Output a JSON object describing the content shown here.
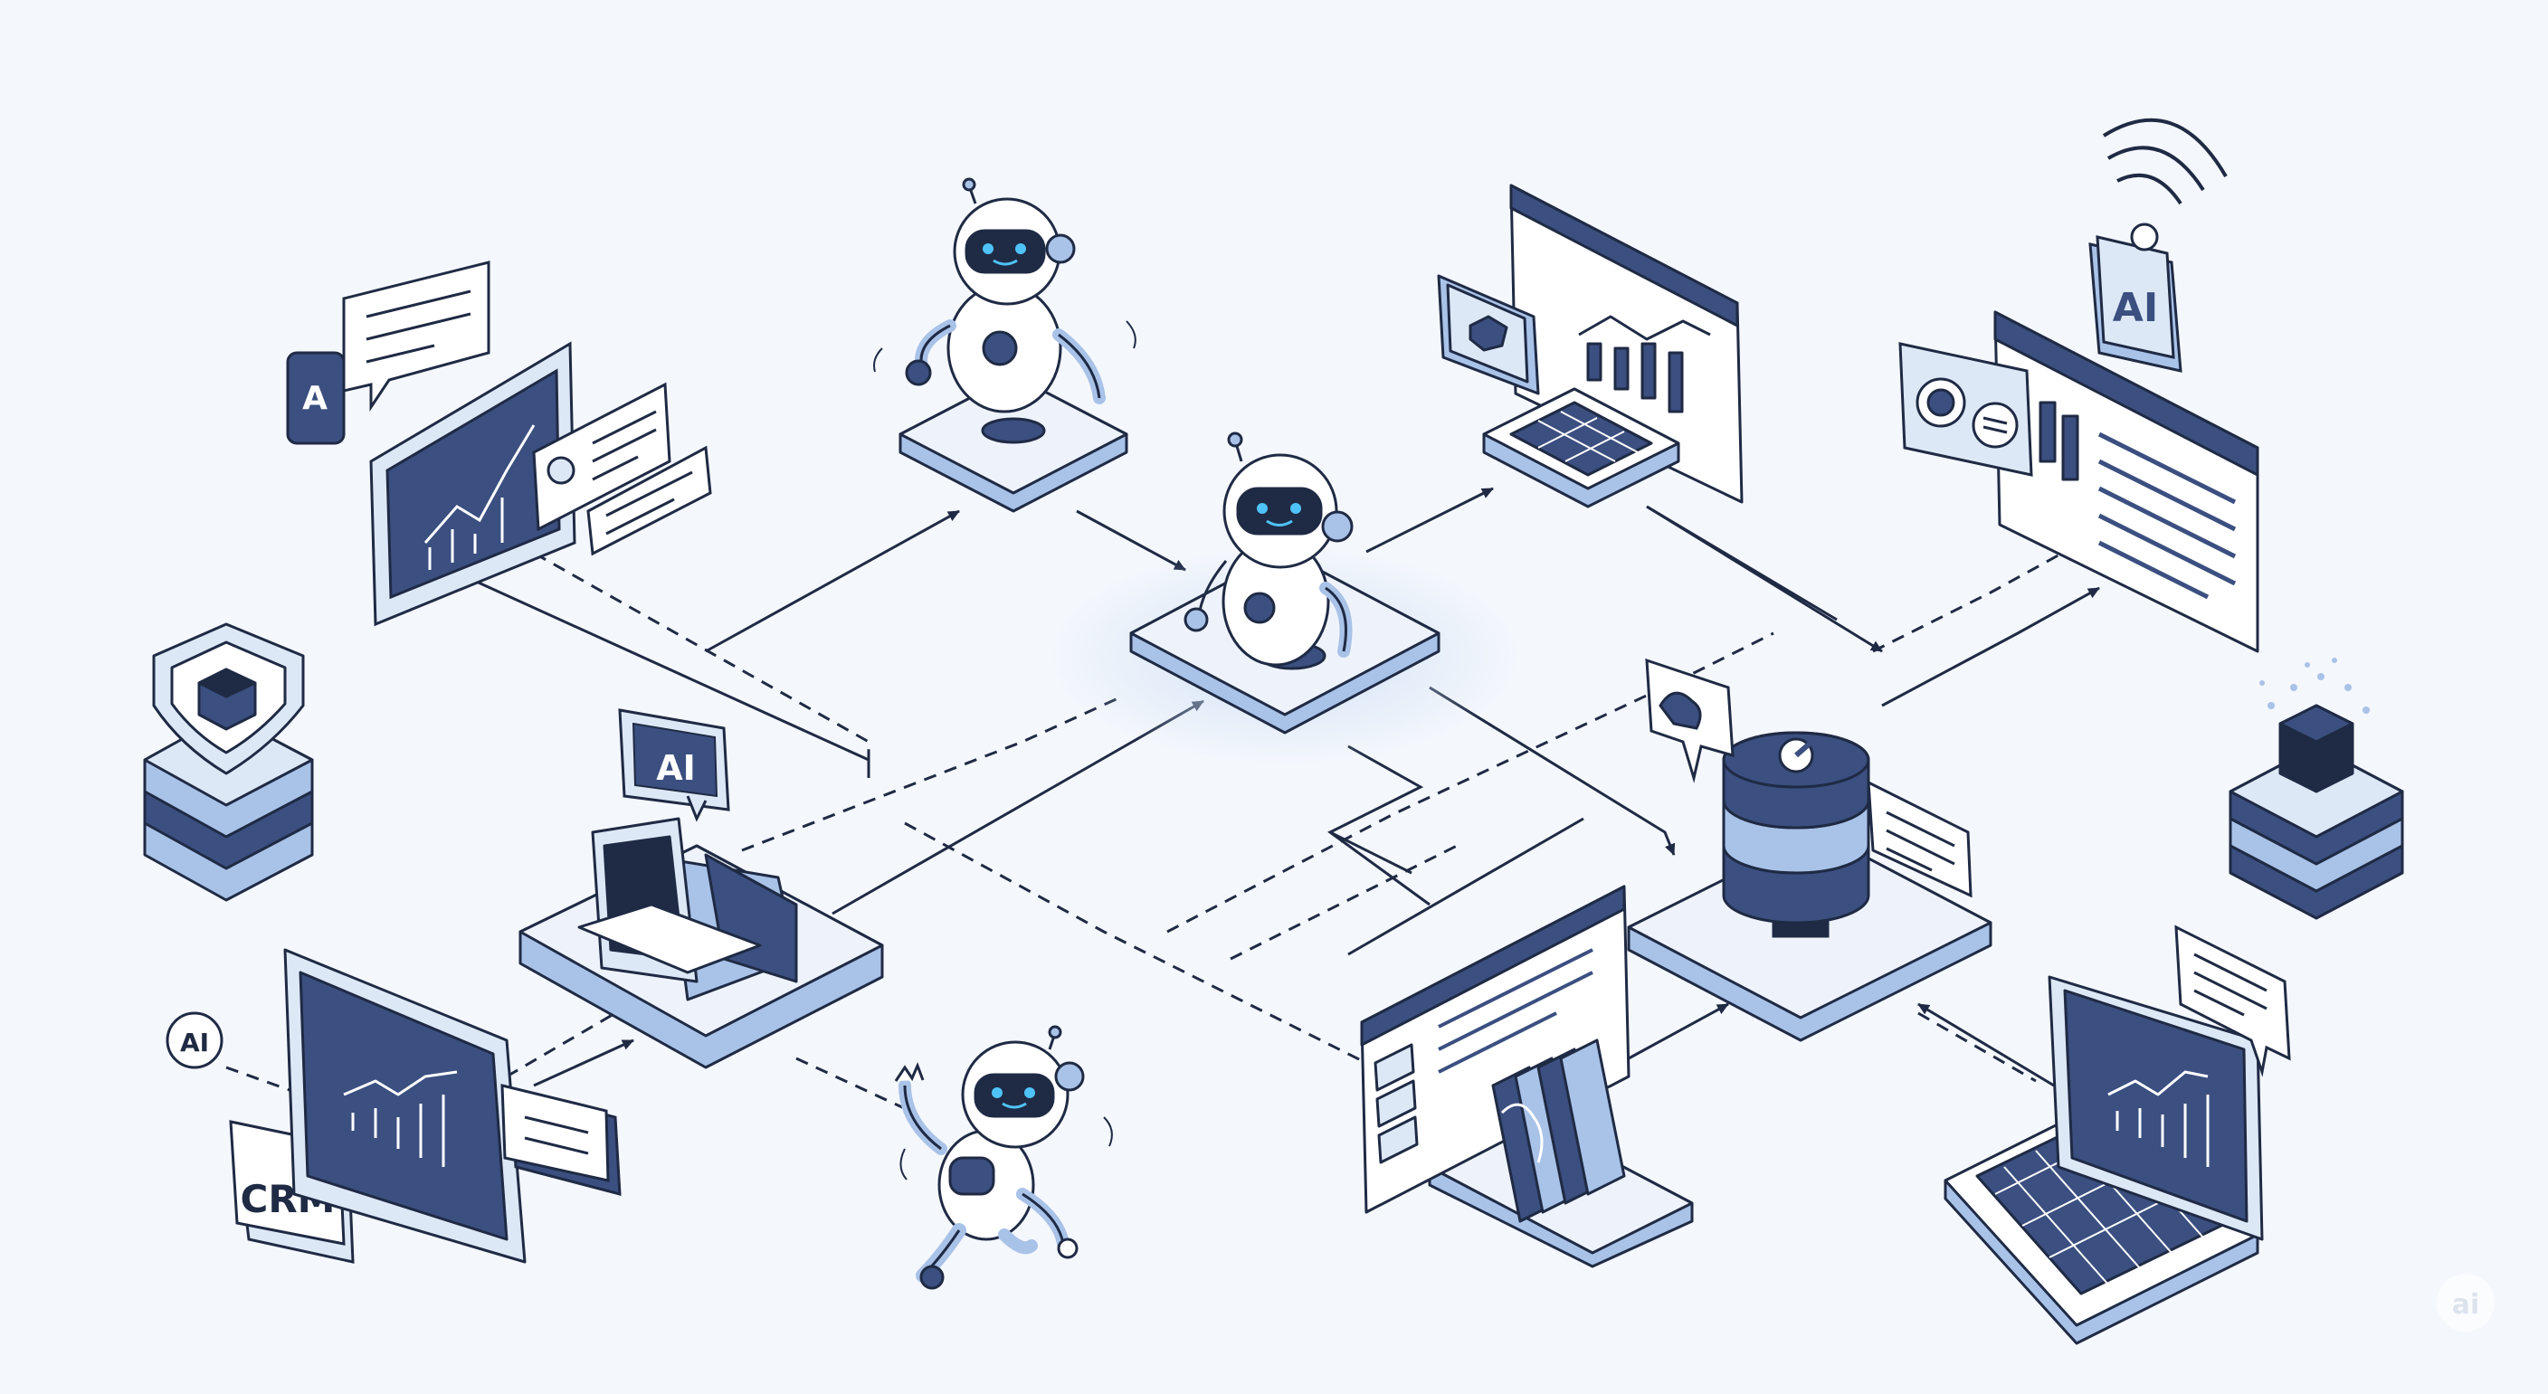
{
  "labels": {
    "a_badge": "A",
    "ai_monitor": "AI",
    "ai_tag_topright": "AI",
    "ai_circle": "AI",
    "crm": "CRM",
    "watermark": "ai"
  },
  "colors": {
    "background": "#f4f7fc",
    "navy": "#3b4f80",
    "line": "#1f2a44",
    "mid_blue": "#a9c2e8",
    "light_blue": "#dde8f7",
    "white": "#ffffff",
    "glow": "#cfe0f5",
    "robot_eye": "#4fc3f7"
  },
  "icons": [
    "robot-icon",
    "database-icon",
    "monitor-icon",
    "laptop-icon",
    "chat-bubble-icon",
    "chart-icon",
    "shield-cube-icon",
    "wifi-icon",
    "user-card-icon",
    "folder-icon"
  ]
}
